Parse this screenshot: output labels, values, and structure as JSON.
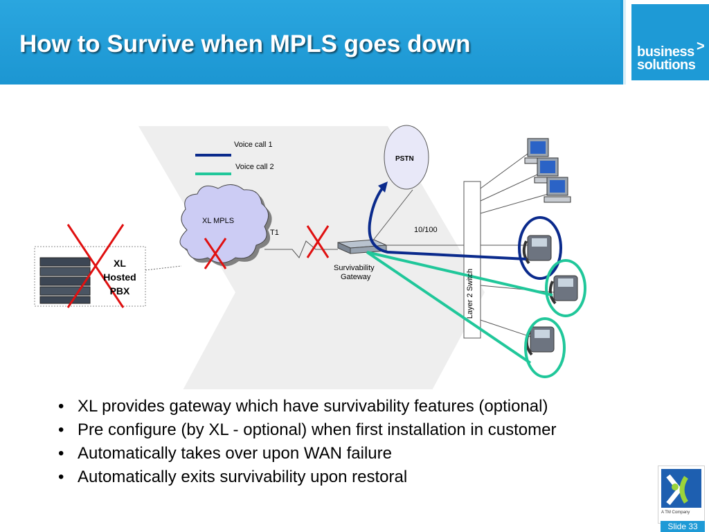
{
  "header": {
    "title": "How to Survive when MPLS goes down",
    "brand_line1": "business",
    "brand_line2": "solutions",
    "brand_arrow": ">"
  },
  "diagram": {
    "legend": [
      {
        "label": "Voice call 1",
        "color": "#0a2a8c"
      },
      {
        "label": "Voice call 2",
        "color": "#20c79a"
      }
    ],
    "pstn_label": "PSTN",
    "mpls_label": "XL MPLS",
    "t1_label": "T1",
    "speed_label": "10/100",
    "gateway_label_line1": "Survivability",
    "gateway_label_line2": "Gateway",
    "switch_label": "Layer 2 Switch",
    "pbx_line1": "XL",
    "pbx_line2": "Hosted",
    "pbx_line3": "PBX",
    "failure_color": "#e01010"
  },
  "bullets": [
    "XL provides gateway which have survivability features (optional)",
    "Pre configure (by XL - optional) when first installation in customer",
    "Automatically takes over upon WAN failure",
    "Automatically exits survivability upon restoral"
  ],
  "footer": {
    "logo_subtext": "A TM Company",
    "slide_label": "Slide 33"
  }
}
